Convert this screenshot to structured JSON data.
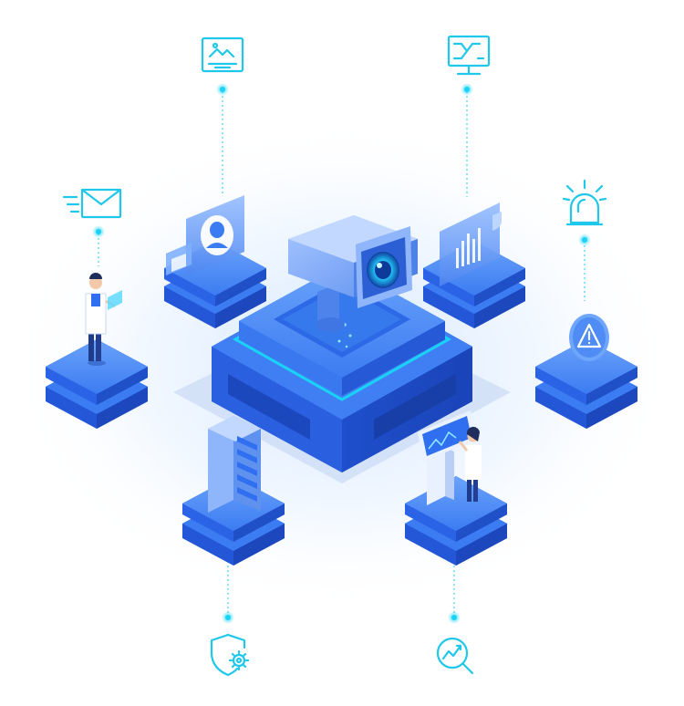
{
  "illustration": {
    "theme": "isometric video surveillance platform",
    "colors": {
      "primary": "#2f6ff0",
      "primary_dark": "#1f4fc9",
      "primary_light": "#5b97f7",
      "accent_cyan": "#19d3f5",
      "icon_stroke": "#1fc8ea",
      "glow": "#dfeeff",
      "shadow": "#c9d9f2"
    },
    "center": {
      "object": "security-camera",
      "icon": "cctv-camera-icon"
    },
    "satellite_icons": [
      {
        "id": "top-left",
        "icon": "image-monitor-icon"
      },
      {
        "id": "top-right",
        "icon": "network-monitor-icon"
      },
      {
        "id": "left",
        "icon": "fast-mail-icon"
      },
      {
        "id": "right",
        "icon": "alarm-light-icon"
      },
      {
        "id": "bottom-left",
        "icon": "shield-gear-icon"
      },
      {
        "id": "bottom-right",
        "icon": "trend-analysis-icon"
      }
    ],
    "platforms": [
      {
        "id": "face-recognition",
        "icon": "face-id-panel-icon"
      },
      {
        "id": "data-chart",
        "icon": "bar-chart-panel-icon"
      },
      {
        "id": "engineer",
        "icon": "scientist-with-tablet-icon"
      },
      {
        "id": "alert",
        "icon": "warning-triangle-icon"
      },
      {
        "id": "server",
        "icon": "server-rack-icon"
      },
      {
        "id": "analyst",
        "icon": "scientist-at-kiosk-icon"
      }
    ]
  }
}
